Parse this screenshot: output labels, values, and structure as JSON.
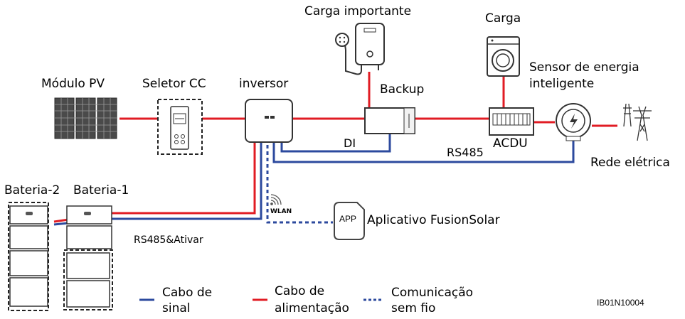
{
  "labels": {
    "carga_importante": "Carga importante",
    "carga": "Carga",
    "modulo_pv": "Módulo PV",
    "seletor_cc": "Seletor CC",
    "inversor": "inversor",
    "backup": "Backup",
    "sensor_line1": "Sensor de energia",
    "sensor_line2": "inteligente",
    "di": "DI",
    "rs485": "RS485",
    "acdu": "ACDU",
    "rede_eletrica": "Rede elétrica",
    "bateria_2": "Bateria-2",
    "bateria_1": "Bateria-1",
    "wlan": "WLAN",
    "app": "APP",
    "aplicativo": "Aplicativo FusionSolar",
    "rs485_ativar": "RS485&Ativar",
    "figure_id": "IB01N10004"
  },
  "legend": [
    {
      "line1": "Cabo de",
      "line2": "sinal",
      "color": "#2c4a9e",
      "style": "solid"
    },
    {
      "line1": "Cabo de",
      "line2": "alimentação",
      "color": "#e11c24",
      "style": "solid"
    },
    {
      "line1": "Comunicação",
      "line2": "sem fio",
      "color": "#2c4a9e",
      "style": "dashed"
    }
  ],
  "colors": {
    "power_cable": "#e11c24",
    "signal_cable": "#2c4a9e",
    "device_stroke": "#333333"
  },
  "icons": [
    "solar-panel-icon",
    "dc-switch-icon",
    "inverter-icon",
    "backup-box-icon",
    "water-heater-icon",
    "washing-machine-icon",
    "acdu-panel-icon",
    "smart-meter-icon",
    "power-tower-icon",
    "wifi-icon",
    "app-icon",
    "battery-icon"
  ]
}
